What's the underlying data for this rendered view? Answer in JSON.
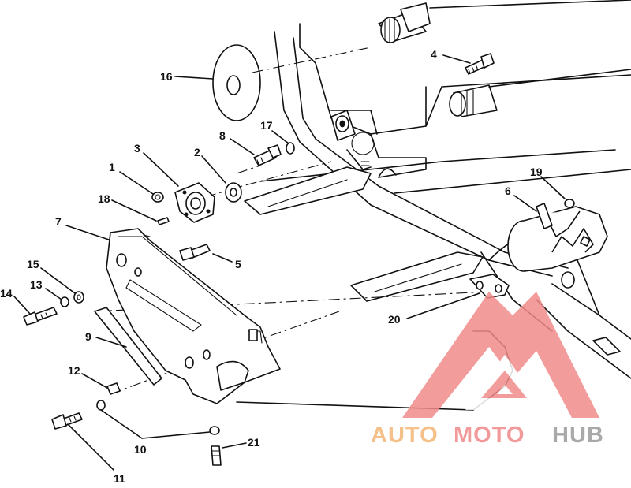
{
  "diagram": {
    "callouts": [
      {
        "id": "1",
        "text": "1"
      },
      {
        "id": "2",
        "text": "2"
      },
      {
        "id": "3",
        "text": "3"
      },
      {
        "id": "4",
        "text": "4"
      },
      {
        "id": "5",
        "text": "5"
      },
      {
        "id": "6",
        "text": "6"
      },
      {
        "id": "7",
        "text": "7"
      },
      {
        "id": "8",
        "text": "8"
      },
      {
        "id": "9",
        "text": "9"
      },
      {
        "id": "10",
        "text": "10"
      },
      {
        "id": "11",
        "text": "11"
      },
      {
        "id": "12",
        "text": "12"
      },
      {
        "id": "13",
        "text": "13"
      },
      {
        "id": "14",
        "text": "14"
      },
      {
        "id": "15",
        "text": "15"
      },
      {
        "id": "16",
        "text": "16"
      },
      {
        "id": "17",
        "text": "17"
      },
      {
        "id": "18",
        "text": "18"
      },
      {
        "id": "19",
        "text": "19"
      },
      {
        "id": "20",
        "text": "20"
      },
      {
        "id": "21",
        "text": "21"
      }
    ]
  },
  "watermark": {
    "part1": "AUTO",
    "part2": "MOTO",
    "part3": "HUB",
    "colors": {
      "auto": "#f5c08a",
      "moto": "#f29a9a",
      "hub": "#a9a9a9",
      "logo": "#f28b8b"
    }
  }
}
